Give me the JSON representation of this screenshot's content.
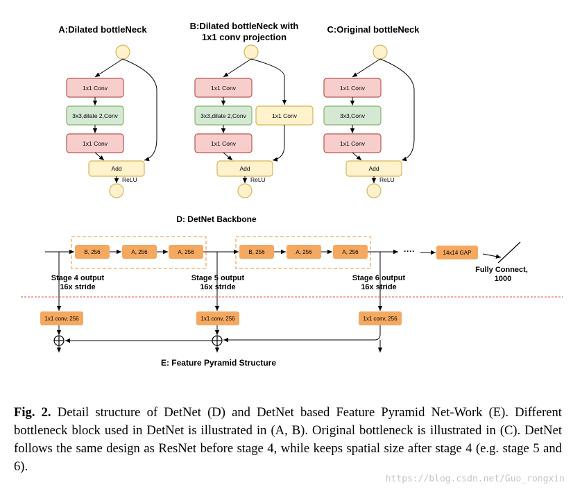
{
  "panels": {
    "a_title": "A:Dilated bottleNeck",
    "b_title_line1": "B:Dilated bottleNeck with",
    "b_title_line2": "1x1 conv projection",
    "c_title": "C:Original bottleNeck",
    "conv1x1": "1x1 Conv",
    "conv_dilate": "3x3,dilate 2,Conv",
    "conv3x3": "3x3,Conv",
    "add": "Add",
    "relu": "ReLU"
  },
  "backbone": {
    "title": "D: DetNet Backbone",
    "block_b": "B, 256",
    "block_a": "A, 256",
    "dots": "····",
    "gap": "14x14 GAP",
    "fc_line1": "Fully Connect,",
    "fc_line2": "1000",
    "stage4_line1": "Stage 4 output",
    "stage5_line1": "Stage 5 output",
    "stage6_line1": "Stage 6 output",
    "stride": "16x stride"
  },
  "fpn": {
    "title": "E: Feature Pyramid Structure",
    "conv": "1x1 conv, 256"
  },
  "caption": {
    "label": "Fig. 2.",
    "text": "Detail structure of DetNet (D) and DetNet based Feature Pyramid Net-Work (E). Different bottleneck block used in DetNet is illustrated in (A, B). Original bottleneck is illustrated in  (C). DetNet follows the same design as ResNet before stage 4, while keeps spatial size after stage 4 (e.g. stage 5 and 6)."
  },
  "watermark": "https://blog.csdn.net/Guo_rongxin",
  "colors": {
    "red_fill": "#f8cecc",
    "red_stroke": "#b85450",
    "green_fill": "#d5e8d4",
    "green_stroke": "#82b366",
    "yellow_fill": "#fff2cc",
    "yellow_stroke": "#d6b656",
    "orange_fill": "#f5a85f",
    "dashed": "#f2a65a",
    "separator": "#e05050"
  }
}
